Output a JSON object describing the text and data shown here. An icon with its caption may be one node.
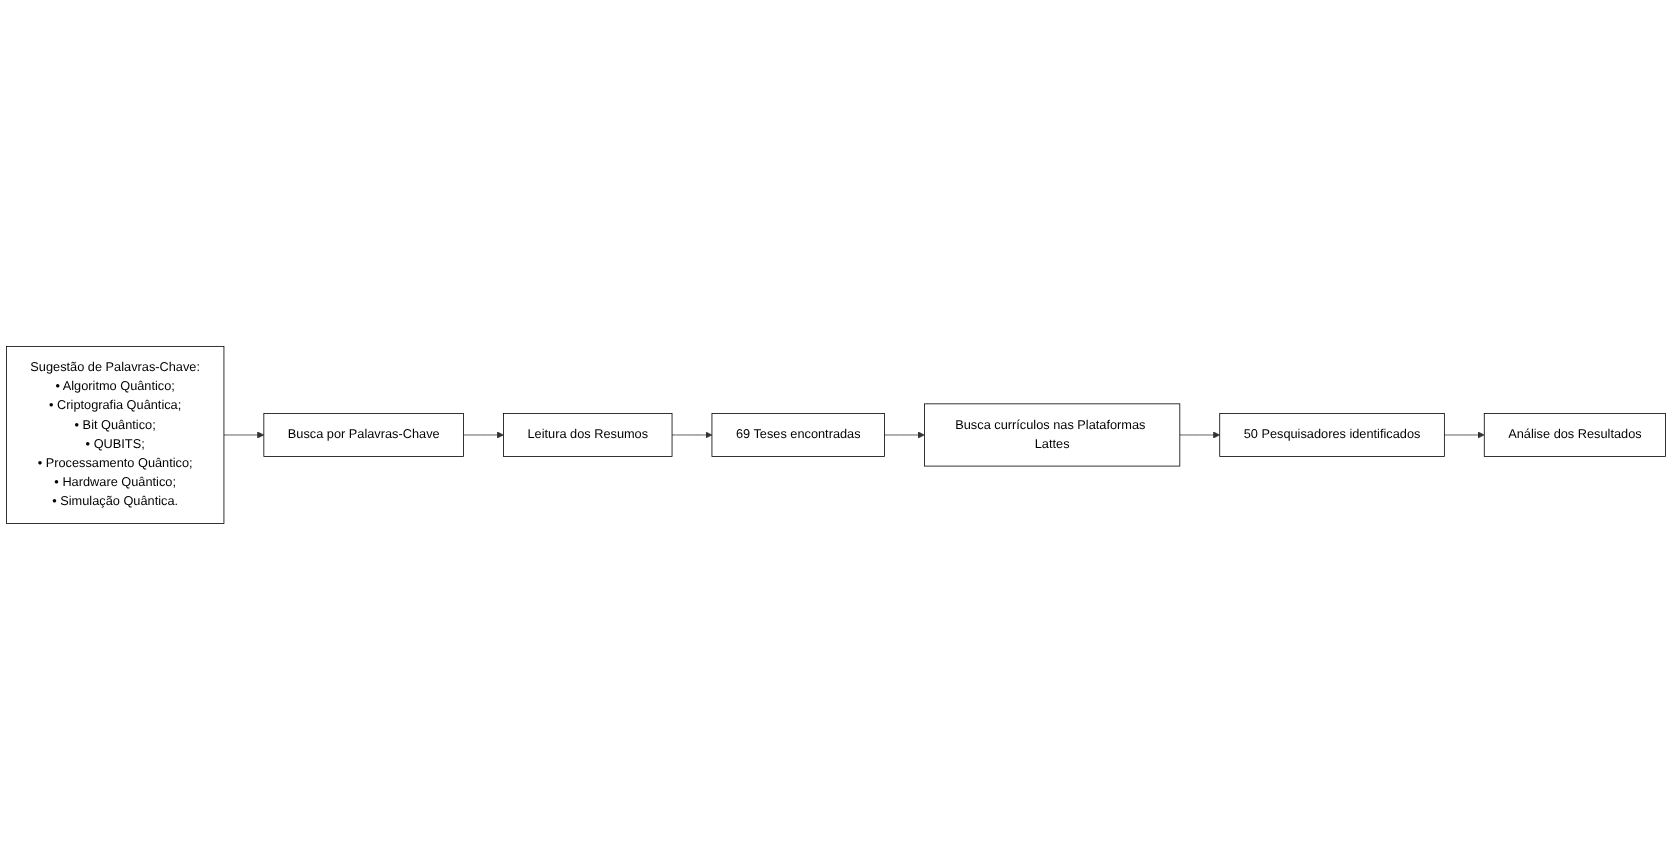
{
  "diagram": {
    "nodes": [
      {
        "text": [
          "Sugestão de Palavras-Chave:",
          "• Algoritmo Quântico;",
          "• Criptografia Quântica;",
          "• Bit Quântico;",
          "• QUBITS;",
          "• Processamento Quântico;",
          "• Hardware Quântico;",
          "• Simulação Quântica."
        ]
      },
      {
        "text": [
          "Busca por Palavras-Chave"
        ]
      },
      {
        "text": [
          "Leitura dos Resumos"
        ]
      },
      {
        "text": [
          "69  Teses encontradas"
        ]
      },
      {
        "text": [
          "Busca currículos nas Plataformas Lattes"
        ]
      },
      {
        "text": [
          "50 Pesquisadores identificados"
        ]
      },
      {
        "text": [
          "Análise dos Resultados"
        ]
      }
    ],
    "edges": [
      {
        "from": 0,
        "to": 1,
        "arrow": "to"
      },
      {
        "from": 1,
        "to": 2,
        "arrow": "to"
      },
      {
        "from": 2,
        "to": 3,
        "arrow": "to"
      },
      {
        "from": 3,
        "to": 4,
        "arrow": "to"
      },
      {
        "from": 4,
        "to": 5,
        "arrow": "to"
      },
      {
        "from": 5,
        "to": 6,
        "arrow": "to"
      }
    ]
  }
}
